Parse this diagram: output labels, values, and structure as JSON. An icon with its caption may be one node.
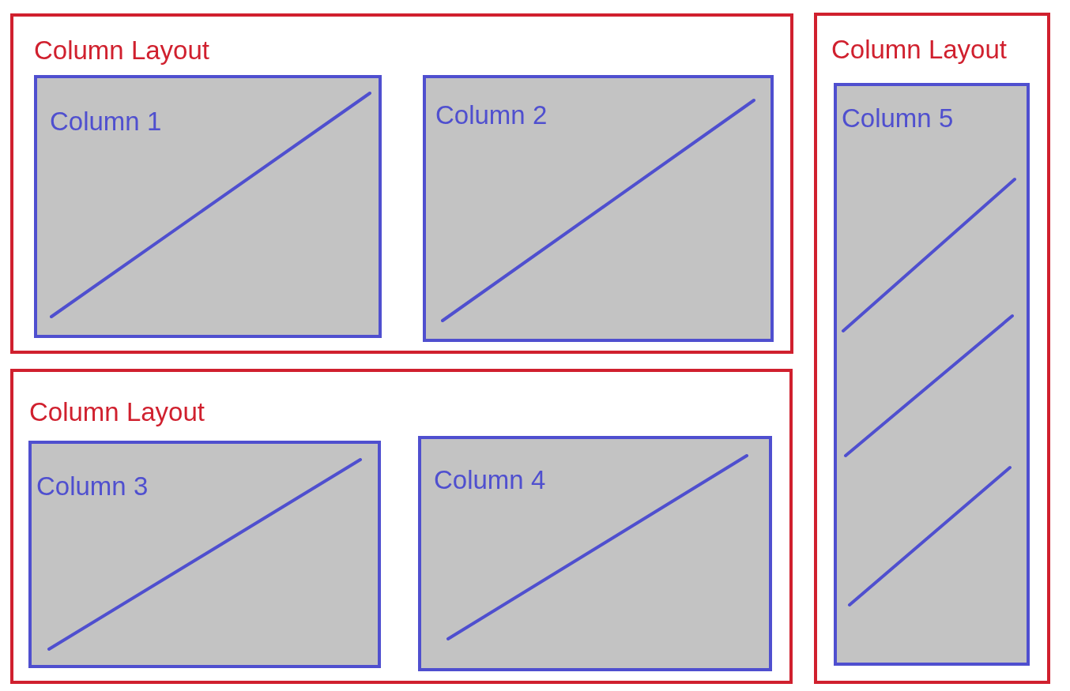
{
  "diagram": {
    "nodes": [
      {
        "text": [
          "Column Layout"
        ]
      },
      {
        "text": [
          "Column 1"
        ],
        "in": 0
      },
      {
        "text": [
          "Column 2"
        ],
        "in": 0
      },
      {
        "text": [
          "Column Layout"
        ]
      },
      {
        "text": [
          "Column 3"
        ],
        "in": 3
      },
      {
        "text": [
          "Column 4"
        ],
        "in": 3
      },
      {
        "text": [
          "Column Layout"
        ]
      },
      {
        "text": [
          "Column 5"
        ],
        "in": 6
      }
    ],
    "edges": []
  }
}
